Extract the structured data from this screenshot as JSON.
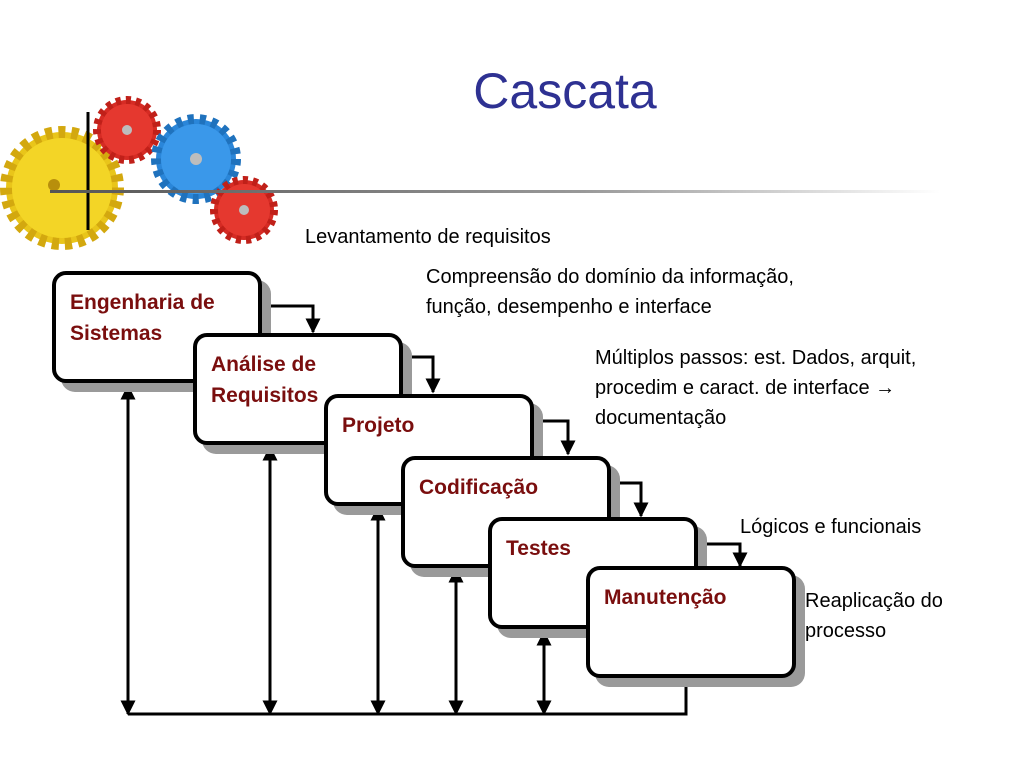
{
  "title": "Cascata",
  "phases": [
    {
      "label": "Engenharia de\nSistemas"
    },
    {
      "label": "Análise  de\nRequisitos"
    },
    {
      "label": "Projeto"
    },
    {
      "label": "Codificação"
    },
    {
      "label": "Testes"
    },
    {
      "label": "Manutenção"
    }
  ],
  "notes": {
    "levantamento": "Levantamento de requisitos",
    "compreensao": "Compreensão do domínio da informação,\nfunção, desempenho e interface",
    "multiplos": "Múltiplos passos: est. Dados, arquit,\nprocedim e caract. de interface →\ndocumentação",
    "logicos": "Lógicos e funcionais",
    "reaplicacao": "Reaplicação do\nprocesso"
  },
  "colors": {
    "title": "#2e3192",
    "phase_label": "#7a0e0e",
    "gear_yellow": "#f2d21b",
    "gear_red": "#e0312a",
    "gear_blue": "#2f8fe3"
  },
  "icons": [
    "gears-logo"
  ]
}
